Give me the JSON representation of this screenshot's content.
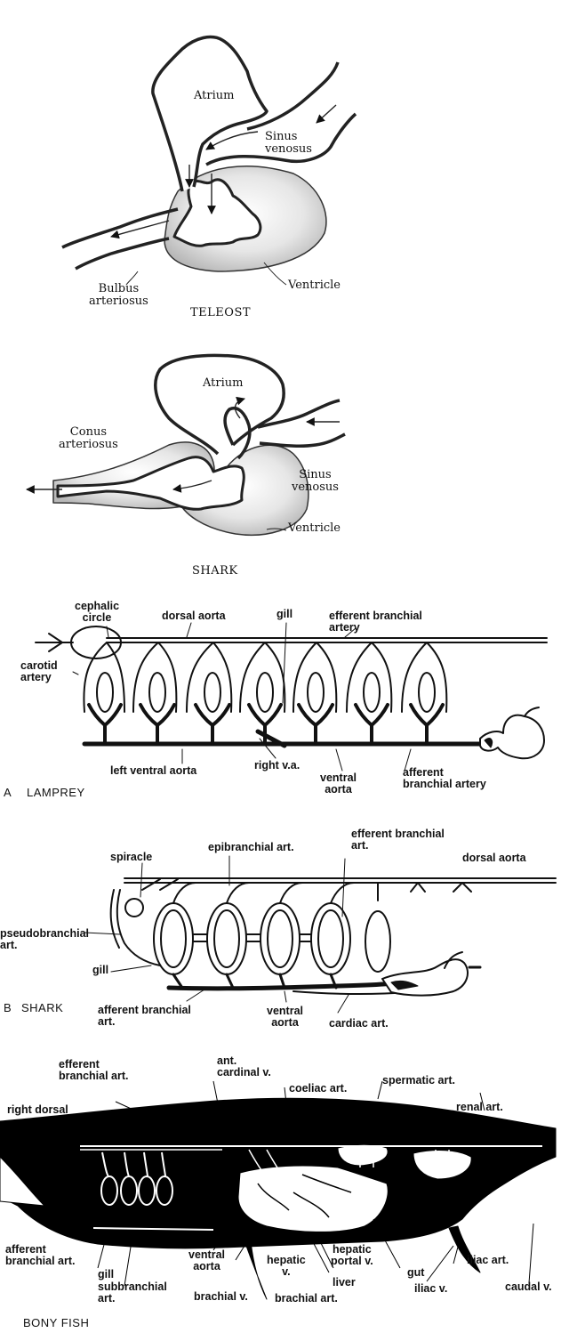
{
  "panels": {
    "teleost": {
      "title": "TELEOST",
      "labels": {
        "atrium": "Atrium",
        "sinus": "Sinus\nvenosus",
        "bulbus": "Bulbus\narteriosus",
        "ventricle": "Ventricle"
      }
    },
    "shark_heart": {
      "title": "SHARK",
      "labels": {
        "atrium": "Atrium",
        "conus": "Conus\narteriosus",
        "sinus": "Sinus\nvenosus",
        "ventricle": "Ventricle"
      }
    },
    "lamprey": {
      "letter": "A",
      "title": "LAMPREY",
      "labels": {
        "cephalic_circle": "cephalic\ncircle",
        "dorsal_aorta": "dorsal aorta",
        "gill": "gill",
        "efferent_branchial_artery": "efferent branchial\nartery",
        "carotid_artery": "carotid\nartery",
        "left_ventral_aorta": "left ventral aorta",
        "right_va": "right v.a.",
        "ventral_aorta": "ventral\naorta",
        "afferent_branchial_artery": "afferent\nbranchial artery"
      }
    },
    "shark_arteries": {
      "letter": "B",
      "title": "SHARK",
      "labels": {
        "efferent_branchial_art": "efferent branchial\nart.",
        "spiracle": "spiracle",
        "epibranchial_art": "epibranchial art.",
        "dorsal_aorta": "dorsal aorta",
        "pseudobranchial_art": "pseudobranchial\nart.",
        "gill": "gill",
        "afferent_branchial_art": "afferent branchial\nart.",
        "ventral_aorta": "ventral\naorta",
        "cardiac_art": "cardiac art."
      }
    },
    "bony_fish": {
      "title": "BONY FISH",
      "labels": {
        "efferent_branchial_art": "efferent\nbranchial art.",
        "ant_cardinal_v": "ant.\ncardinal v.",
        "coeliac_art": "coeliac art.",
        "spermatic_art": "spermatic art.",
        "right_dorsal": "right dorsal",
        "renal_art": "renal art.",
        "afferent_branchial_art": "afferent\nbranchial art.",
        "gill": "gill",
        "ventral_aorta": "ventral\naorta",
        "hepatic_v": "hepatic\nv.",
        "hepatic_portal_v": "hepatic\nportal v.",
        "gut": "gut",
        "iliac_art": "iliac art.",
        "subbranchial_art": "subbranchial\nart.",
        "brachial_v": "brachial v.",
        "liver": "liver",
        "brachial_art": "brachial art.",
        "iliac_v": "iliac v.",
        "caudal_v": "caudal v."
      }
    }
  }
}
